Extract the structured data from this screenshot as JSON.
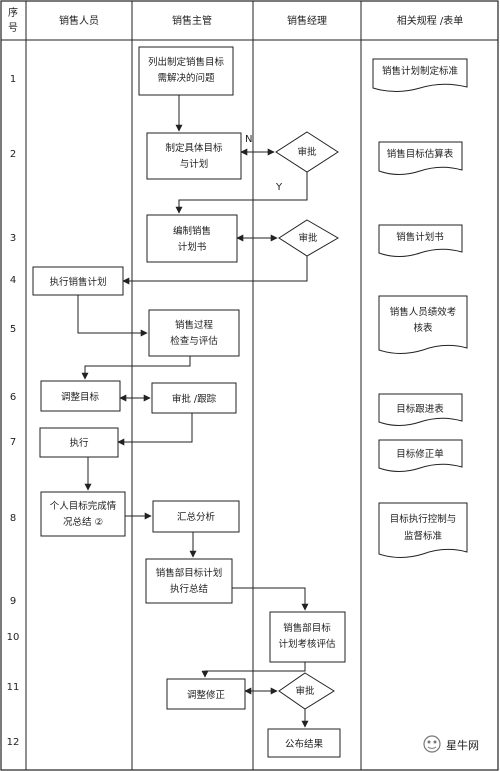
{
  "header": {
    "seq": [
      "序",
      "号"
    ],
    "col1": "销售人员",
    "col2": "销售主管",
    "col3": "销售经理",
    "col4": "相关规程 /表单"
  },
  "rows": [
    "1",
    "2",
    "3",
    "4",
    "5",
    "6",
    "7",
    "8",
    "9",
    "10",
    "11",
    "12"
  ],
  "boxes": {
    "b1": [
      "列出制定销售目标",
      "需解决的问题"
    ],
    "b2": [
      "制定具体目标",
      "与计划"
    ],
    "b3": [
      "编制销售",
      "计划书"
    ],
    "b4": [
      "执行销售计划"
    ],
    "b5": [
      "销售过程",
      "检查与评估"
    ],
    "b6a": [
      "调整目标"
    ],
    "b6b": [
      "审批 /跟踪"
    ],
    "b7": [
      "执行"
    ],
    "b8a": [
      "个人目标完成情",
      "况总结 ②"
    ],
    "b8b": [
      "汇总分析"
    ],
    "b9": [
      "销售部目标计划",
      "执行总结"
    ],
    "b10": [
      "销售部目标",
      "计划考核评估"
    ],
    "b11": [
      "调整修正"
    ],
    "b12": [
      "公布结果"
    ]
  },
  "diamonds": {
    "d2": "审批",
    "d3": "审批",
    "d11": "审批"
  },
  "flow_labels": {
    "n": "N",
    "y": "Y"
  },
  "docs": {
    "f1": [
      "销售计划制定标准"
    ],
    "f2": [
      "销售目标估算表"
    ],
    "f3": [
      "销售计划书"
    ],
    "f5": [
      "销售人员绩效考",
      "核表"
    ],
    "f6": [
      "目标跟进表"
    ],
    "f7": [
      "目标修正单"
    ],
    "f8": [
      "目标执行控制与",
      "监督标准"
    ]
  },
  "watermark": "星牛网"
}
